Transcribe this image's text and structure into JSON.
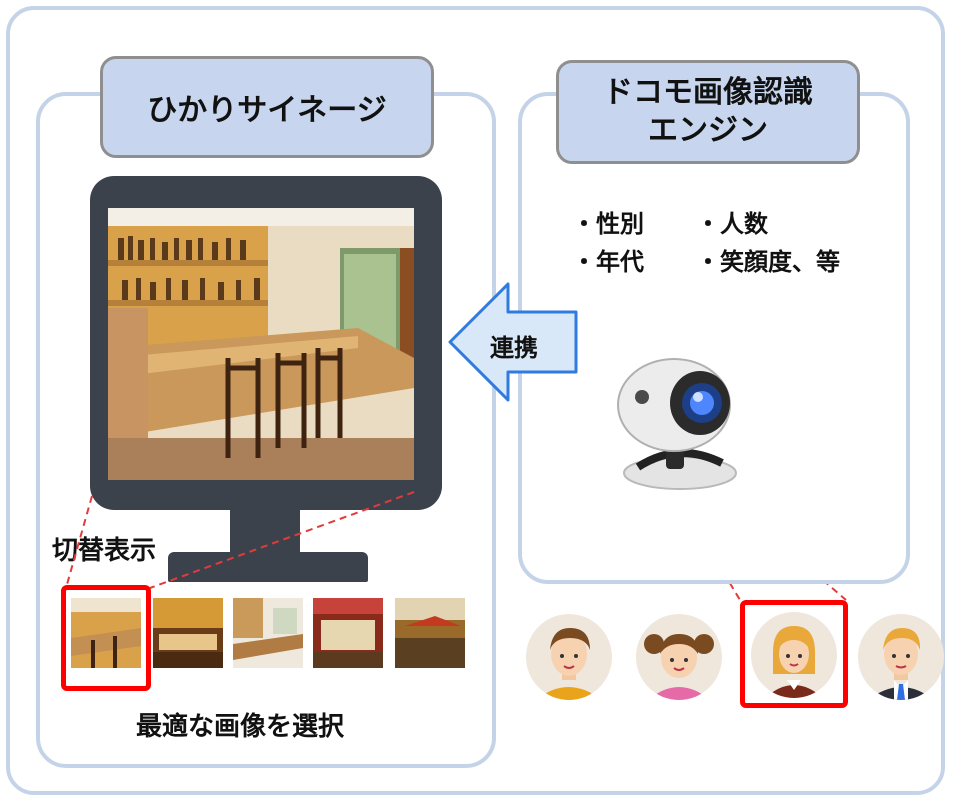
{
  "left_panel": {
    "title": "ひかりサイネージ",
    "switch_label": "切替表示",
    "select_caption": "最適な画像を選択"
  },
  "right_panel": {
    "title_line1": "ドコモ画像認識",
    "title_line2": "エンジン",
    "features": [
      "・性別",
      "・人数",
      "・年代",
      "・笑顔度、等"
    ]
  },
  "arrow": {
    "label": "連携"
  },
  "colors": {
    "panel_border": "#c5d3e8",
    "title_fill": "#c7d6ee",
    "monitor": "#3b424c",
    "highlight": "#ff0000",
    "arrow_fill": "#d9e8f8",
    "arrow_stroke": "#2f7be0"
  },
  "icons": {
    "camera": "webcam-icon",
    "avatars": [
      "man-avatar-icon",
      "girl-avatar-icon",
      "woman-avatar-icon",
      "businessman-avatar-icon"
    ]
  }
}
